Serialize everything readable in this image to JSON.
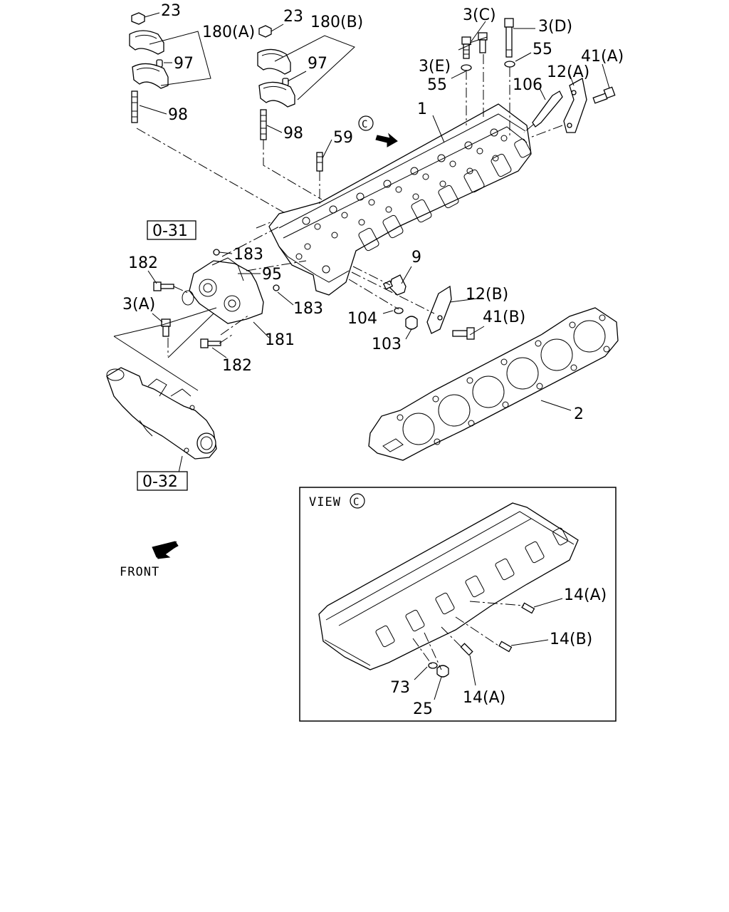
{
  "labels": {
    "p23a": "23",
    "p180a": "180(A)",
    "p97a": "97",
    "p98a": "98",
    "p23b": "23",
    "p180b": "180(B)",
    "p97b": "97",
    "p98b": "98",
    "p3c": "3(C)",
    "p3d": "3(D)",
    "p55a": "55",
    "p3e": "3(E)",
    "p55b": "55",
    "p41a": "41(A)",
    "p12a": "12(A)",
    "p106": "106",
    "p1": "1",
    "p59": "59",
    "p9": "9",
    "p12b": "12(B)",
    "p41b": "41(B)",
    "p104": "104",
    "p103": "103",
    "p2": "2",
    "p182a": "182",
    "p183a": "183",
    "p95": "95",
    "p183b": "183",
    "p3a": "3(A)",
    "p181": "181",
    "p182b": "182",
    "ref031": "0-31",
    "ref032": "0-32",
    "front": "FRONT",
    "view_prefix": "VIEW",
    "view_letter": "C",
    "view_marker": "C",
    "p14a1": "14(A)",
    "p14b": "14(B)",
    "p73": "73",
    "p25": "25",
    "p14a2": "14(A)"
  }
}
